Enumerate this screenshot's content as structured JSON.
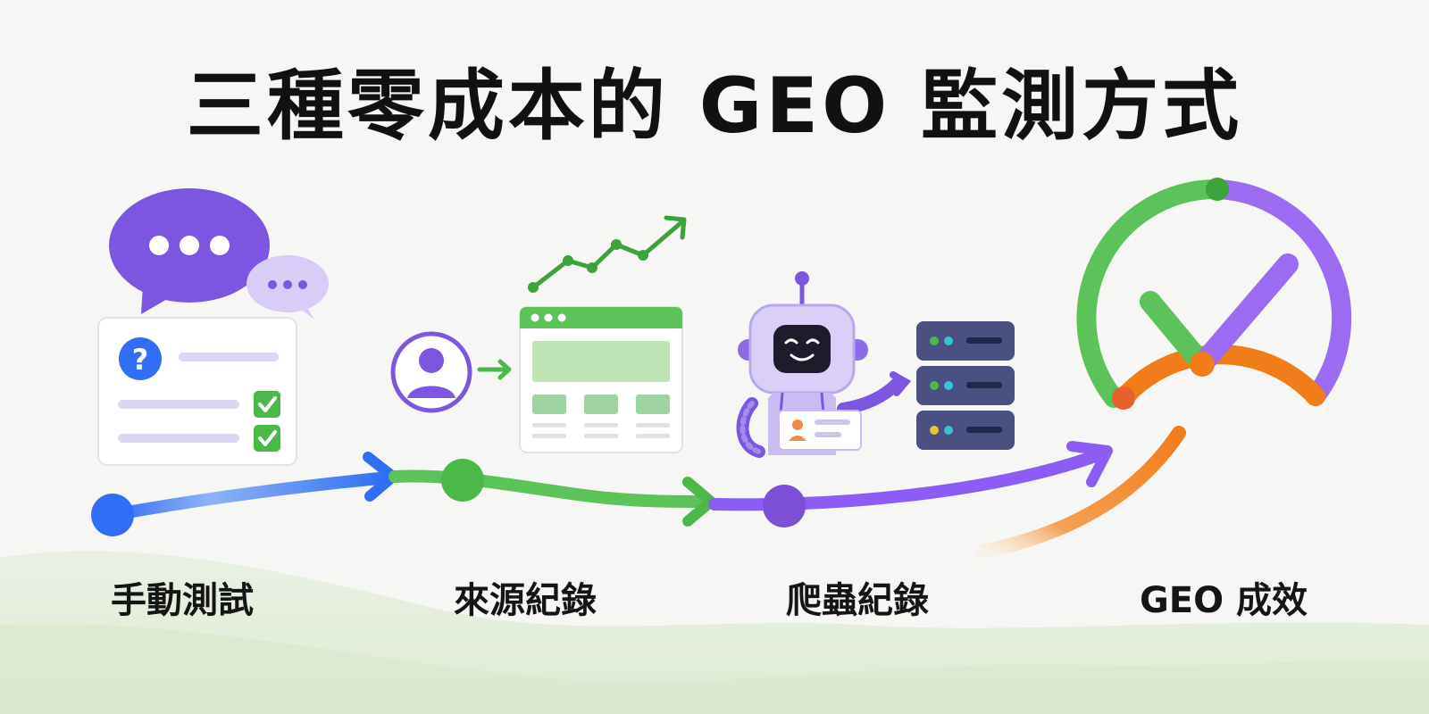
{
  "title": "三種零成本的 GEO 監測方式",
  "stages": [
    {
      "label": "手動測試",
      "color": "#2f6ef5",
      "icon": "chat-question-icon"
    },
    {
      "label": "來源紀錄",
      "color": "#4cb848",
      "icon": "browser-analytics-icon"
    },
    {
      "label": "爬蟲紀錄",
      "color": "#8b5cf6",
      "icon": "robot-server-icon"
    },
    {
      "label": "GEO 成效",
      "color": "#f07c1a",
      "icon": "checkmark-ring-icon"
    }
  ],
  "colors": {
    "blue": "#2f6ef5",
    "green": "#4cb848",
    "purple": "#8b5cf6",
    "orange": "#f07c1a",
    "background": "#f6f7f4"
  }
}
